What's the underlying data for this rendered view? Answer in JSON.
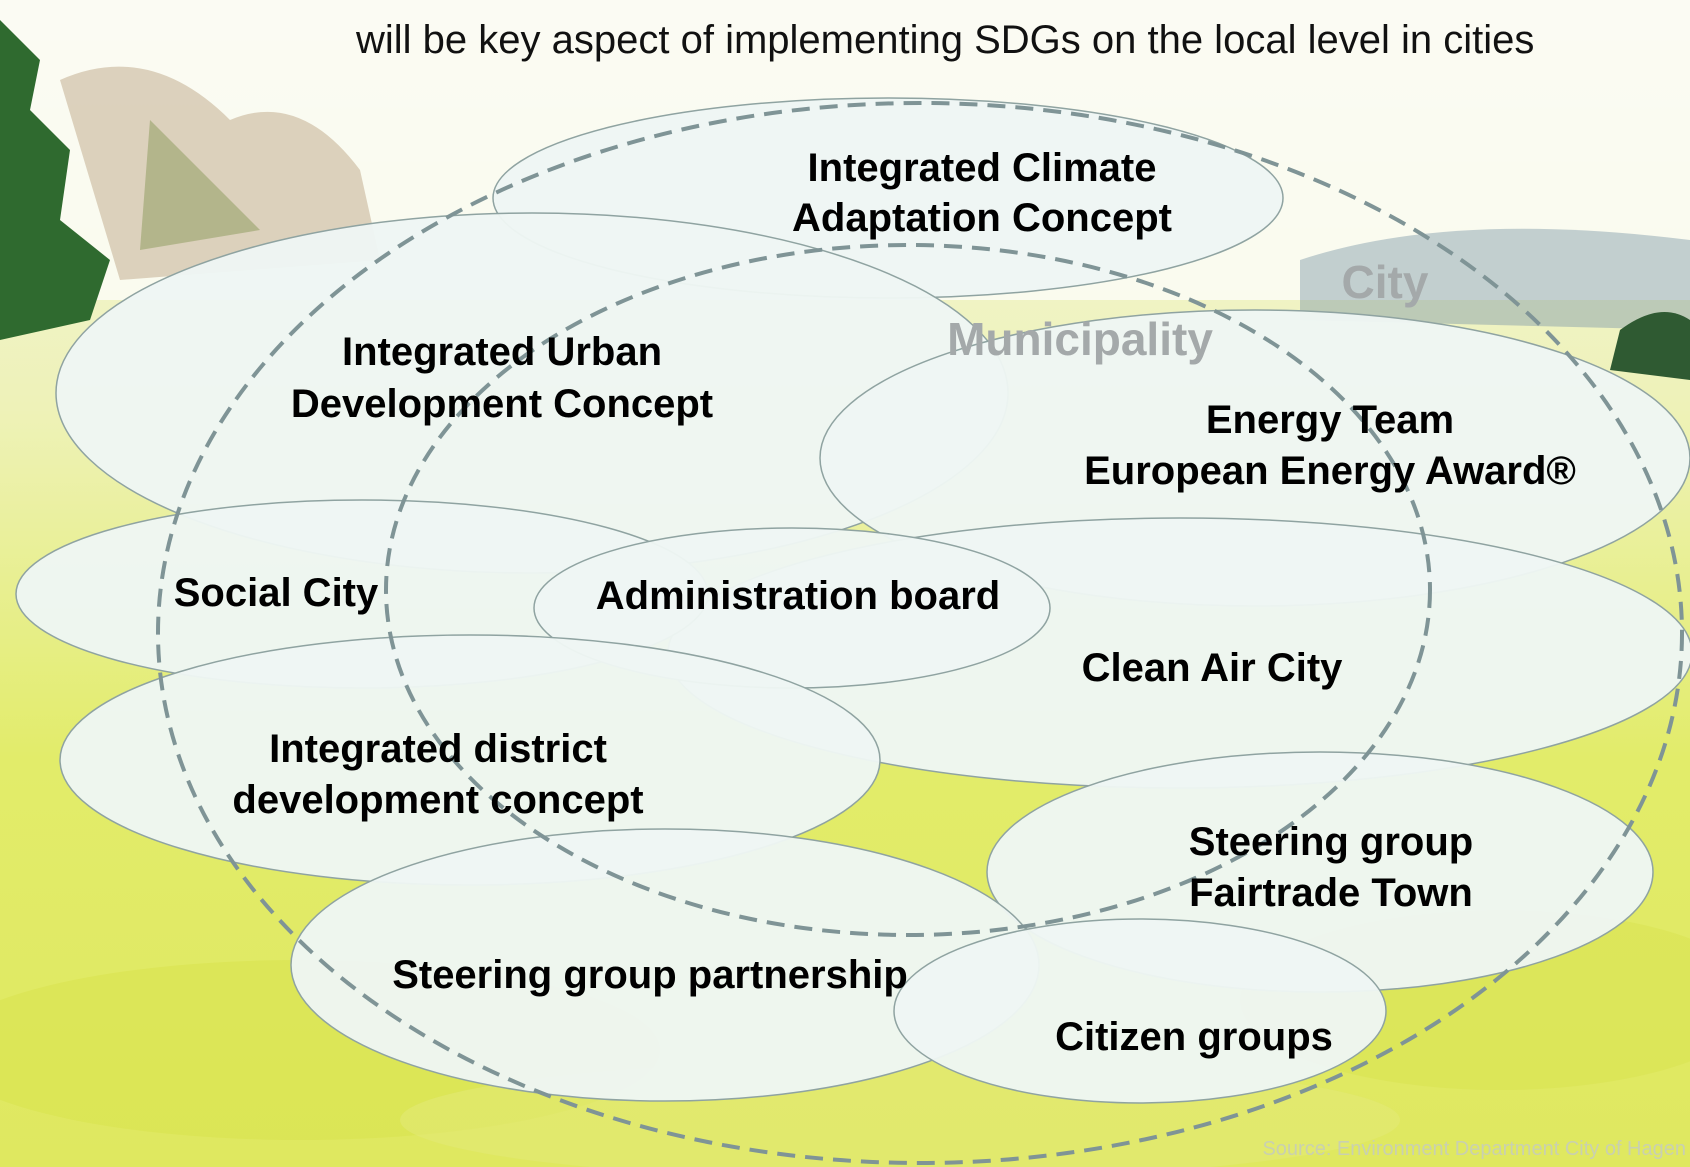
{
  "headline": "will be key aspect of implementing SDGs on the local level in cities",
  "scopes": {
    "city": "City",
    "municipality": "Municipality"
  },
  "bubbles": {
    "climate": [
      "Integrated Climate",
      "Adaptation Concept"
    ],
    "urban": [
      "Integrated Urban",
      "Development Concept"
    ],
    "energy": [
      "Energy Team",
      "European Energy Award®"
    ],
    "social": [
      "Social City"
    ],
    "admin": [
      "Administration board"
    ],
    "cleanair": [
      "Clean Air City"
    ],
    "district": [
      "Integrated district",
      "development concept"
    ],
    "fairtrade": [
      "Steering group",
      "Fairtrade Town"
    ],
    "partnership": [
      "Steering group partnership"
    ],
    "citizen": [
      "Citizen groups"
    ]
  },
  "source": "Source: Environment Department City of Hagen",
  "colors": {
    "bubble_fill": "#eef6f4",
    "bubble_stroke": "#8fa3a1",
    "dash_stroke": "#7f9496",
    "scope_label": "#a4a9aa"
  }
}
